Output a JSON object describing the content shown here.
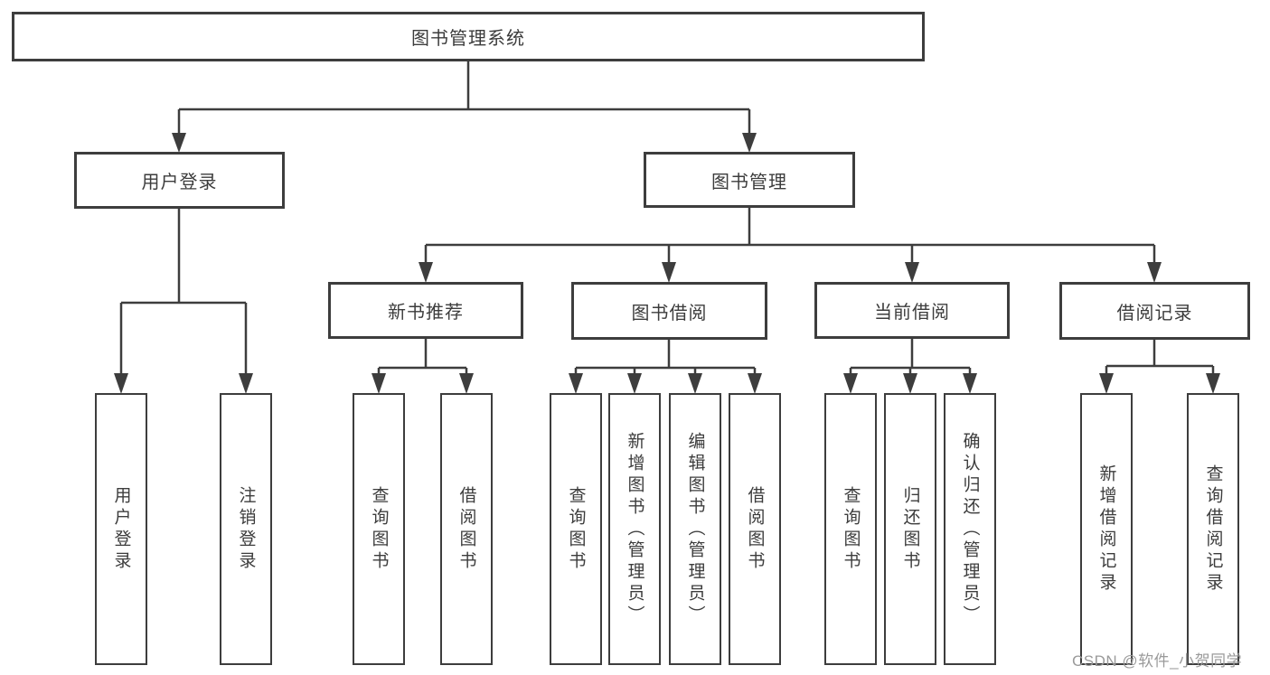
{
  "diagram": {
    "root": {
      "label": "图书管理系统"
    },
    "branches": [
      {
        "label": "用户登录",
        "children": [
          {
            "label": "用户登录"
          },
          {
            "label": "注销登录"
          }
        ]
      },
      {
        "label": "图书管理",
        "groups": [
          {
            "label": "新书推荐",
            "children": [
              {
                "label": "查询图书"
              },
              {
                "label": "借阅图书"
              }
            ]
          },
          {
            "label": "图书借阅",
            "children": [
              {
                "label": "查询图书"
              },
              {
                "label": "新增图书（管理员）"
              },
              {
                "label": "编辑图书（管理员）"
              },
              {
                "label": "借阅图书"
              }
            ]
          },
          {
            "label": "当前借阅",
            "children": [
              {
                "label": "查询图书"
              },
              {
                "label": "归还图书"
              },
              {
                "label": "确认归还（管理员）"
              }
            ]
          },
          {
            "label": "借阅记录",
            "children": [
              {
                "label": "新增借阅记录"
              },
              {
                "label": "查询借阅记录"
              }
            ]
          }
        ]
      }
    ],
    "watermark": "CSDN @软件_小贺同学",
    "colors": {
      "line": "#3d3d3d",
      "text": "#3c3c3c",
      "watermark": "#9a9a9a",
      "background": "#ffffff"
    }
  }
}
